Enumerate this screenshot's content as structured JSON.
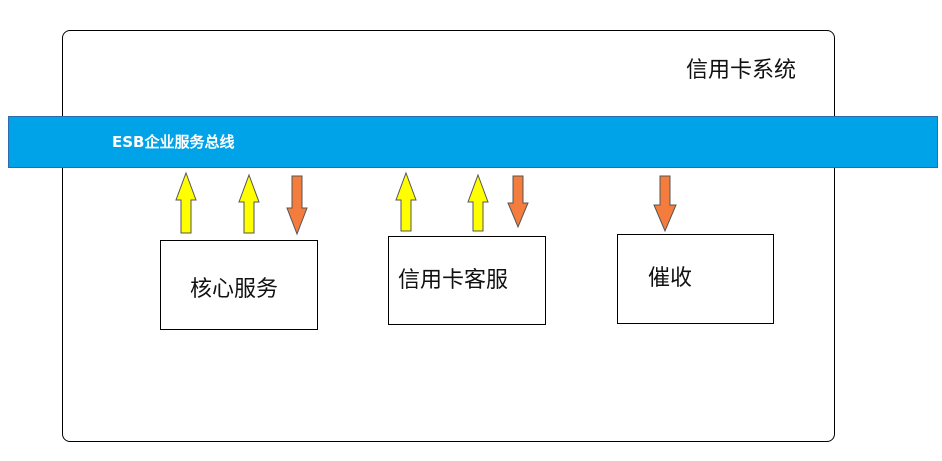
{
  "diagram": {
    "system_title": "信用卡系统",
    "bus_label": "ESB企业服务总线",
    "components": [
      {
        "label": "核心服务"
      },
      {
        "label": "信用卡客服"
      },
      {
        "label": "催收"
      }
    ]
  },
  "colors": {
    "bus_fill": "#00a2e8",
    "up_arrow": "#ffff00",
    "down_arrow": "#f47c3c"
  }
}
